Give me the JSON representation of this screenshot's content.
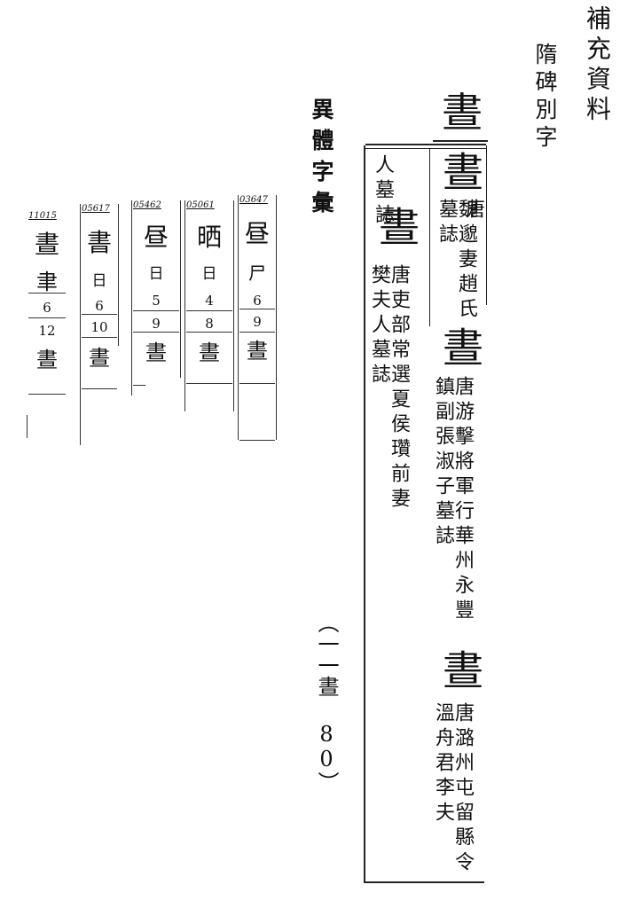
{
  "supplement": {
    "title": "補充資料",
    "subtitle": "隋碑別字"
  },
  "head_glyph": "晝",
  "collection_label": "異體字彙",
  "entries": [
    {
      "glyph": "晝",
      "dynasty": "唐",
      "source": "魏邈妻趙氏墓誌"
    },
    {
      "glyph": "晝",
      "dynasty": "唐",
      "source": "游擊將軍行華州永豐鎮副張淑子墓誌"
    },
    {
      "glyph": "晝",
      "dynasty": "唐",
      "source": "潞州屯留縣令溫舟君李夫"
    },
    {
      "glyph": "晝",
      "dynasty": "唐",
      "source": "吏部常選夏侯瓚前妻樊夫人墓誌",
      "continuation": "人墓誌"
    }
  ],
  "cards": [
    {
      "code": "11015",
      "glyph": "晝",
      "radical": "聿",
      "rows": [
        "6",
        "12"
      ],
      "result": "晝"
    },
    {
      "code": "05617",
      "glyph": "書",
      "radical": "日",
      "rows": [
        "6",
        "10"
      ],
      "result": "晝"
    },
    {
      "code": "05462",
      "glyph": "昼",
      "radical": "日",
      "rows": [
        "5",
        "9"
      ],
      "result": "晝"
    },
    {
      "code": "05061",
      "glyph": "晒",
      "radical": "日",
      "rows": [
        "4",
        "8"
      ],
      "result": "晝"
    },
    {
      "code": "03647",
      "glyph": "昼",
      "radical": "尸",
      "rows": [
        "6",
        "9"
      ],
      "result": "晝"
    }
  ],
  "page_marker": "（一一晝 80）"
}
